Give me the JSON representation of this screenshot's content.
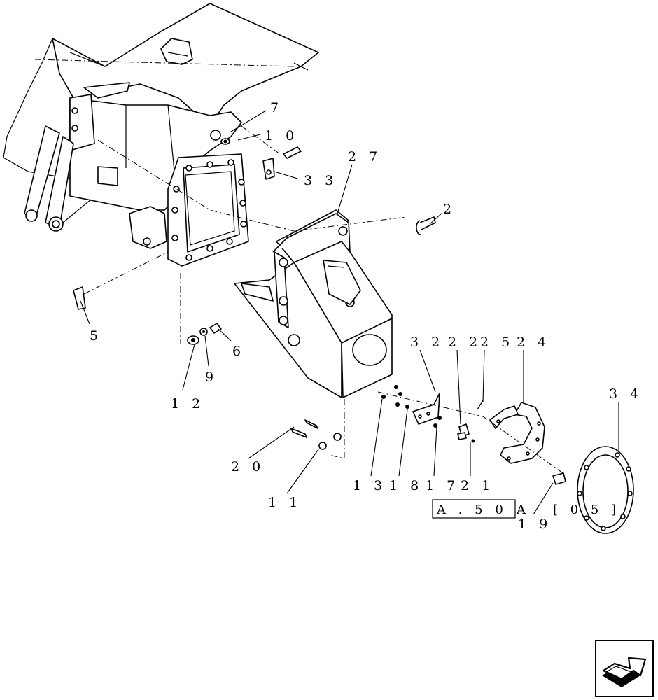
{
  "callouts": [
    {
      "id": "c7",
      "text": "7"
    },
    {
      "id": "c10",
      "text": "1 0"
    },
    {
      "id": "c27",
      "text": "2 7"
    },
    {
      "id": "c33",
      "text": "3 3"
    },
    {
      "id": "c2",
      "text": "2"
    },
    {
      "id": "c5",
      "text": "5"
    },
    {
      "id": "c6",
      "text": "6"
    },
    {
      "id": "c9",
      "text": "9"
    },
    {
      "id": "c12",
      "text": "1 2"
    },
    {
      "id": "c32",
      "text": "3 2"
    },
    {
      "id": "c22",
      "text": "2 2"
    },
    {
      "id": "c25",
      "text": "2 5"
    },
    {
      "id": "c24",
      "text": "2 4"
    },
    {
      "id": "c34",
      "text": "3 4"
    },
    {
      "id": "c20",
      "text": "2 0"
    },
    {
      "id": "c11",
      "text": "1 1"
    },
    {
      "id": "c13",
      "text": "1 3"
    },
    {
      "id": "c18",
      "text": "1 8"
    },
    {
      "id": "c17",
      "text": "1 7"
    },
    {
      "id": "c21",
      "text": "2 1"
    },
    {
      "id": "c19",
      "text": "1 9"
    }
  ],
  "reference": {
    "boxed": "A . 5 0 .",
    "suffix": "A",
    "bracket": "[ 0 5 ]"
  },
  "nav_icon": "next-page-arrow-icon"
}
